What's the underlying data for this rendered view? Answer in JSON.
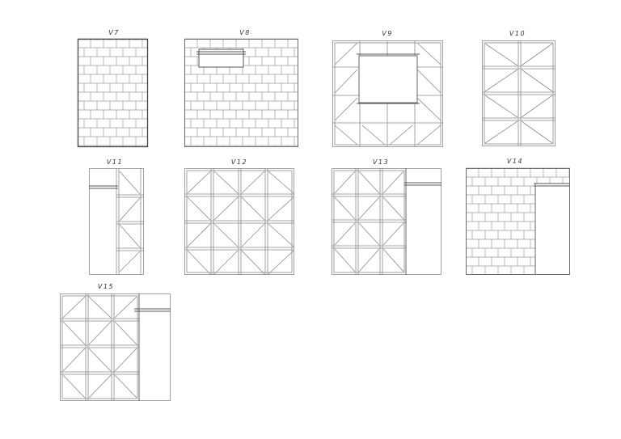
{
  "walls": [
    {
      "label": "V7"
    },
    {
      "label": "V8"
    },
    {
      "label": "V9"
    },
    {
      "label": "V10"
    },
    {
      "label": "V11"
    },
    {
      "label": "V12"
    },
    {
      "label": "V13"
    },
    {
      "label": "V14"
    },
    {
      "label": "V15"
    }
  ]
}
